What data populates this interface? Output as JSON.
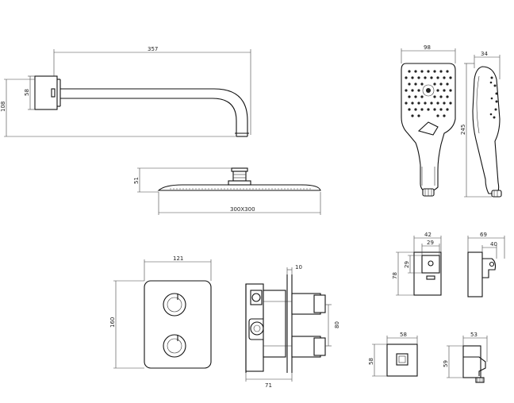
{
  "dimensions": {
    "arm_length": "357",
    "arm_flange_height": "58",
    "arm_total_height": "108",
    "head_height": "51",
    "head_size": "300X300",
    "hand_width": "98",
    "hand_depth": "34",
    "hand_length": "245",
    "valve_width": "121",
    "valve_height": "160",
    "valve_depth": "71",
    "valve_cover_depth": "10",
    "valve_spacing": "80",
    "holder_outer_width": "42",
    "holder_inner_width": "29",
    "holder_inner_height": "29",
    "holder_height": "78",
    "holder_depth": "69",
    "holder_depth_inner": "40",
    "elbow_width": "58",
    "elbow_height": "58",
    "elbow_depth": "53",
    "elbow_depth_height": "59"
  }
}
